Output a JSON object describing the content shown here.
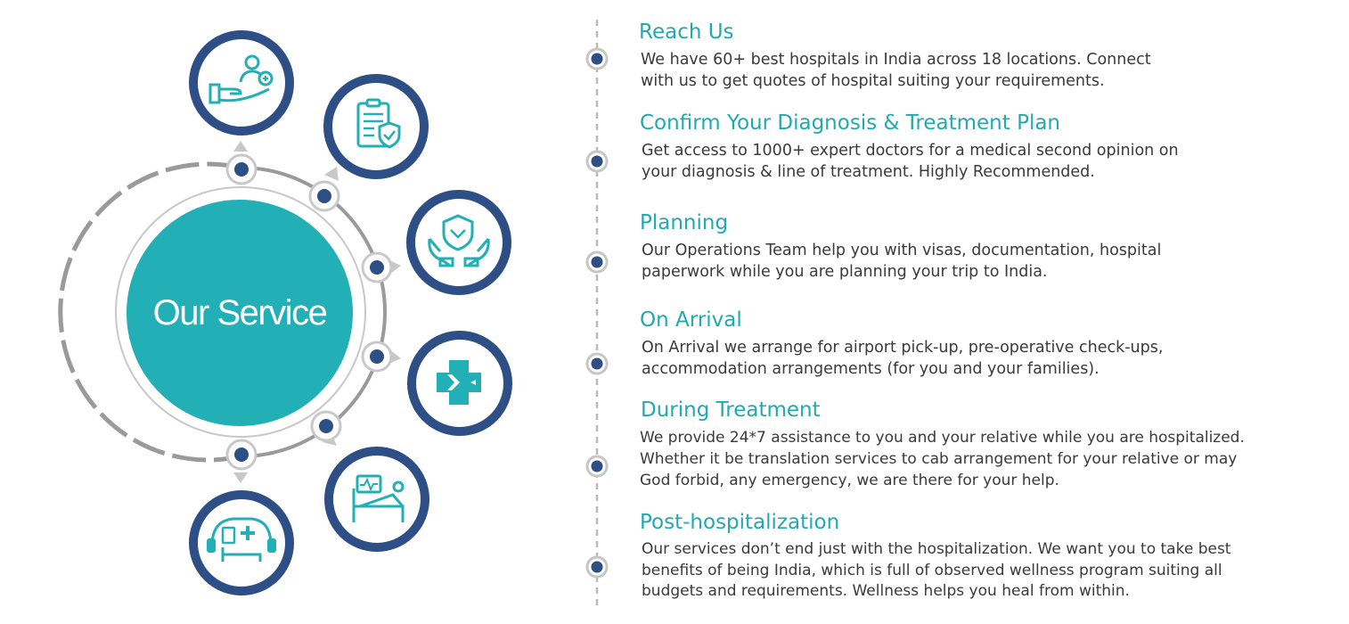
{
  "diagram": {
    "center_label": "Our Service",
    "icons": [
      {
        "name": "hand-person-icon"
      },
      {
        "name": "clipboard-shield-icon"
      },
      {
        "name": "hands-shield-icon"
      },
      {
        "name": "medical-cross-plane-icon"
      },
      {
        "name": "hospital-bed-monitor-icon"
      },
      {
        "name": "hospital-bed-headset-icon"
      }
    ],
    "colors": {
      "accent": "#22afb6",
      "navy": "#2d4f86",
      "ring": "#9a9a9a"
    }
  },
  "timeline": {
    "steps": [
      {
        "title": "Reach Us",
        "body": "We have 60+ best hospitals in India across 18 locations. Connect\nwith us to get quotes of hospital suiting your requirements."
      },
      {
        "title": "Confirm Your Diagnosis & Treatment Plan",
        "body": "Get access to 1000+ expert doctors for a medical second opinion on\nyour diagnosis & line of treatment. Highly Recommended."
      },
      {
        "title": "Planning",
        "body": "Our Operations Team help you with visas, documentation, hospital\npaperwork while you are planning your trip to India."
      },
      {
        "title": "On Arrival",
        "body": "On Arrival we arrange for airport pick-up, pre-operative check-ups,\naccommodation arrangements (for you and your families)."
      },
      {
        "title": "During Treatment",
        "body": "We provide 24*7 assistance to you and your relative while you are hospitalized.\nWhether it be translation services to cab arrangement for your relative or may\nGod forbid, any emergency, we are there for your help."
      },
      {
        "title": "Post-hospitalization",
        "body": "Our services don’t end just with the hospitalization. We want you to take best\nbenefits of being India, which is full of observed wellness program suiting all\nbudgets and requirements. Wellness helps you heal from within."
      }
    ]
  }
}
